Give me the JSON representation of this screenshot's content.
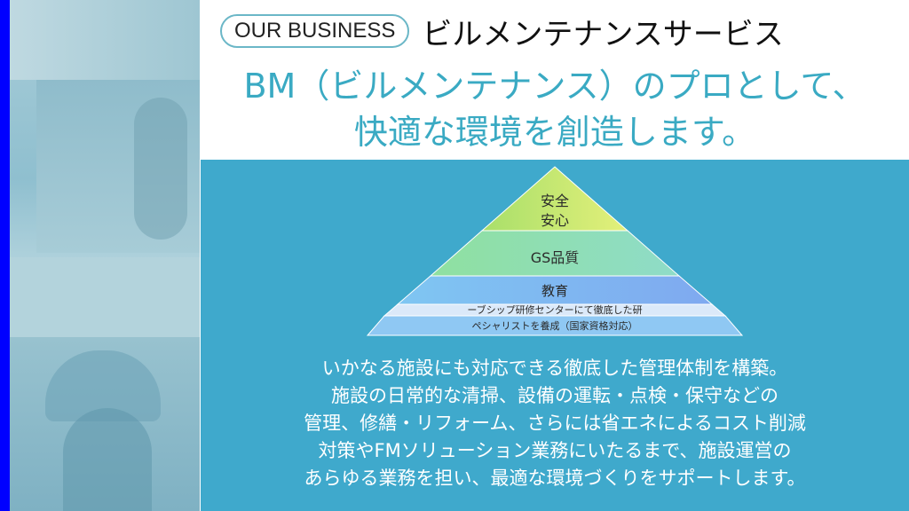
{
  "header": {
    "badge": "OUR BUSINESS",
    "title": "ビルメンテナンスサービス"
  },
  "headline": {
    "line1": "BM（ビルメンテナンス）のプロとして、",
    "line2": "快適な環境を創造します。"
  },
  "pyramid": {
    "top_line1": "安全",
    "top_line2": "安心",
    "middle": "GS品質",
    "bottom": "教育",
    "sub_line1": "ーブシップ研修センターにて徹底した研",
    "sub_line2": "ペシャリストを養成（国家資格対応）"
  },
  "body": {
    "lines": [
      "いかなる施設にも対応できる徹底した管理体制を構築。",
      "施設の日常的な清掃、設備の運転・点検・保守などの",
      "管理、修繕・リフォーム、さらには省エネによるコスト削減",
      "対策やFMソリューション業務にいたるまで、施設運営の",
      "あらゆる業務を担い、最適な環境づくりをサポートします。"
    ]
  },
  "colors": {
    "accent": "#3aaac3",
    "panel": "#3fa9cc",
    "left_bar": "#0000ff"
  }
}
